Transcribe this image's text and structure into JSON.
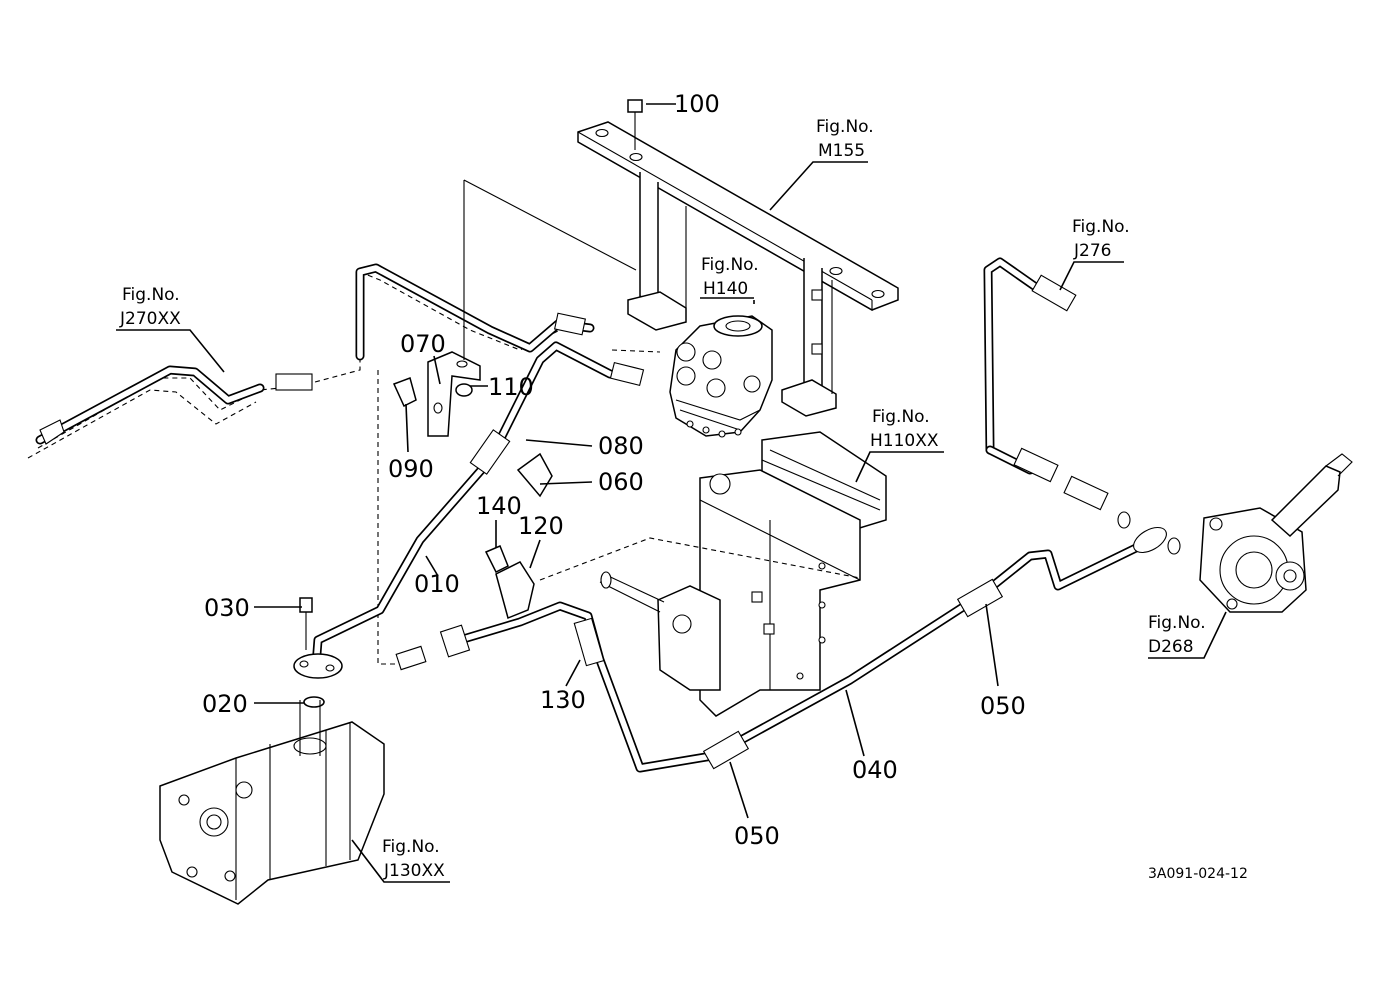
{
  "diagram": {
    "callouts": [
      {
        "id": "c100",
        "text": "100"
      },
      {
        "id": "c070",
        "text": "070"
      },
      {
        "id": "c110",
        "text": "110"
      },
      {
        "id": "c090",
        "text": "090"
      },
      {
        "id": "c080",
        "text": "080"
      },
      {
        "id": "c060",
        "text": "060"
      },
      {
        "id": "c140",
        "text": "140"
      },
      {
        "id": "c120",
        "text": "120"
      },
      {
        "id": "c010",
        "text": "010"
      },
      {
        "id": "c030",
        "text": "030"
      },
      {
        "id": "c020",
        "text": "020"
      },
      {
        "id": "c130",
        "text": "130"
      },
      {
        "id": "c040",
        "text": "040"
      },
      {
        "id": "c050a",
        "text": "050"
      },
      {
        "id": "c050b",
        "text": "050"
      }
    ],
    "figure_refs": [
      {
        "id": "m155",
        "label": "Fig.No.",
        "number": "M155"
      },
      {
        "id": "h140",
        "label": "Fig.No.",
        "number": "H140"
      },
      {
        "id": "j276",
        "label": "Fig.No.",
        "number": "J276"
      },
      {
        "id": "j270xx",
        "label": "Fig.No.",
        "number": "J270XX"
      },
      {
        "id": "h110xx",
        "label": "Fig.No.",
        "number": "H110XX"
      },
      {
        "id": "d268",
        "label": "Fig.No.",
        "number": "D268"
      },
      {
        "id": "j130xx",
        "label": "Fig.No.",
        "number": "J130XX"
      }
    ],
    "drawing_code": "3A091-024-12"
  }
}
